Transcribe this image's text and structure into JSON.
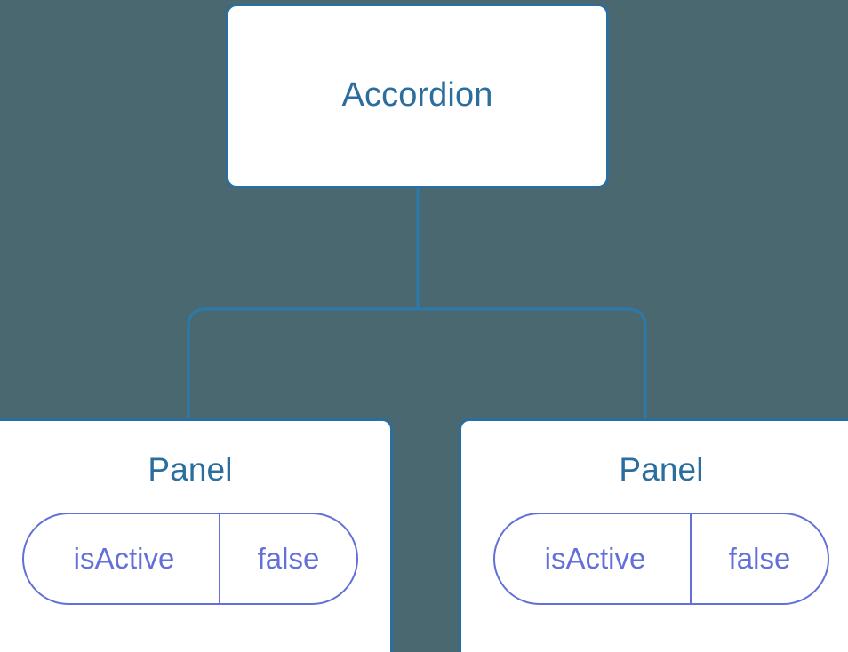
{
  "canvas": {
    "background_color": "#4a6870",
    "node_border_color": "#2b6e9d",
    "node_fill_color": "#ffffff",
    "node_title_color": "#2b6e9d",
    "edge_color": "#2b7aab",
    "prop_color": "#6370d8"
  },
  "tree": {
    "root": {
      "title": "Accordion"
    },
    "children": [
      {
        "title": "Panel",
        "props": [
          {
            "key": "isActive",
            "value": "false"
          }
        ]
      },
      {
        "title": "Panel",
        "props": [
          {
            "key": "isActive",
            "value": "false"
          }
        ]
      }
    ]
  }
}
